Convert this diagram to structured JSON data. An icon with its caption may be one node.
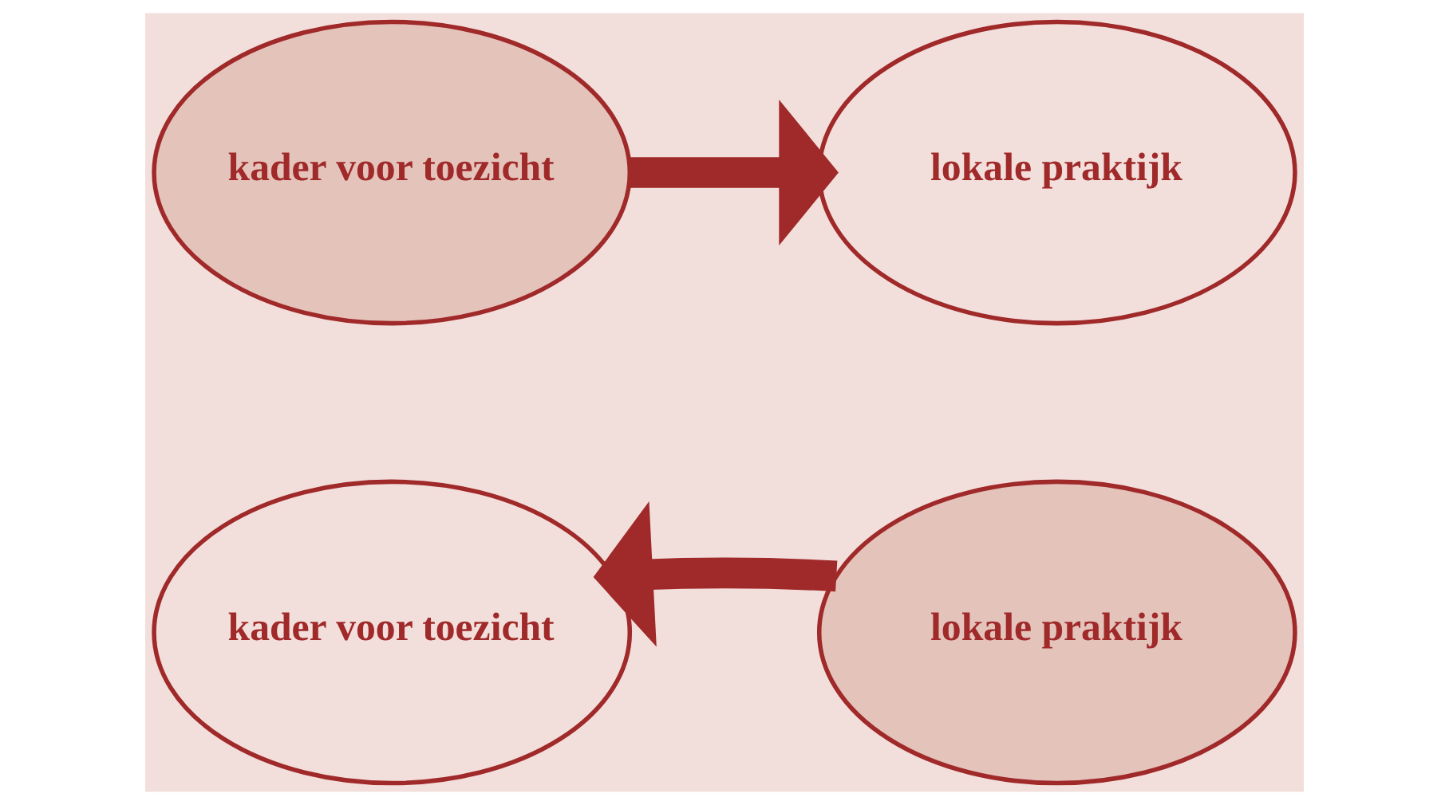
{
  "diagram": {
    "nodes": [
      {
        "text": [
          "kader voor toezicht"
        ]
      },
      {
        "text": [
          "lokale praktijk"
        ]
      },
      {
        "text": [
          "kader voor toezicht"
        ]
      },
      {
        "text": [
          "lokale praktijk"
        ]
      }
    ],
    "edges": [
      {
        "from": 0,
        "to": 1,
        "arrow": "to"
      },
      {
        "from": 3,
        "to": 2,
        "arrow": "to"
      }
    ]
  }
}
